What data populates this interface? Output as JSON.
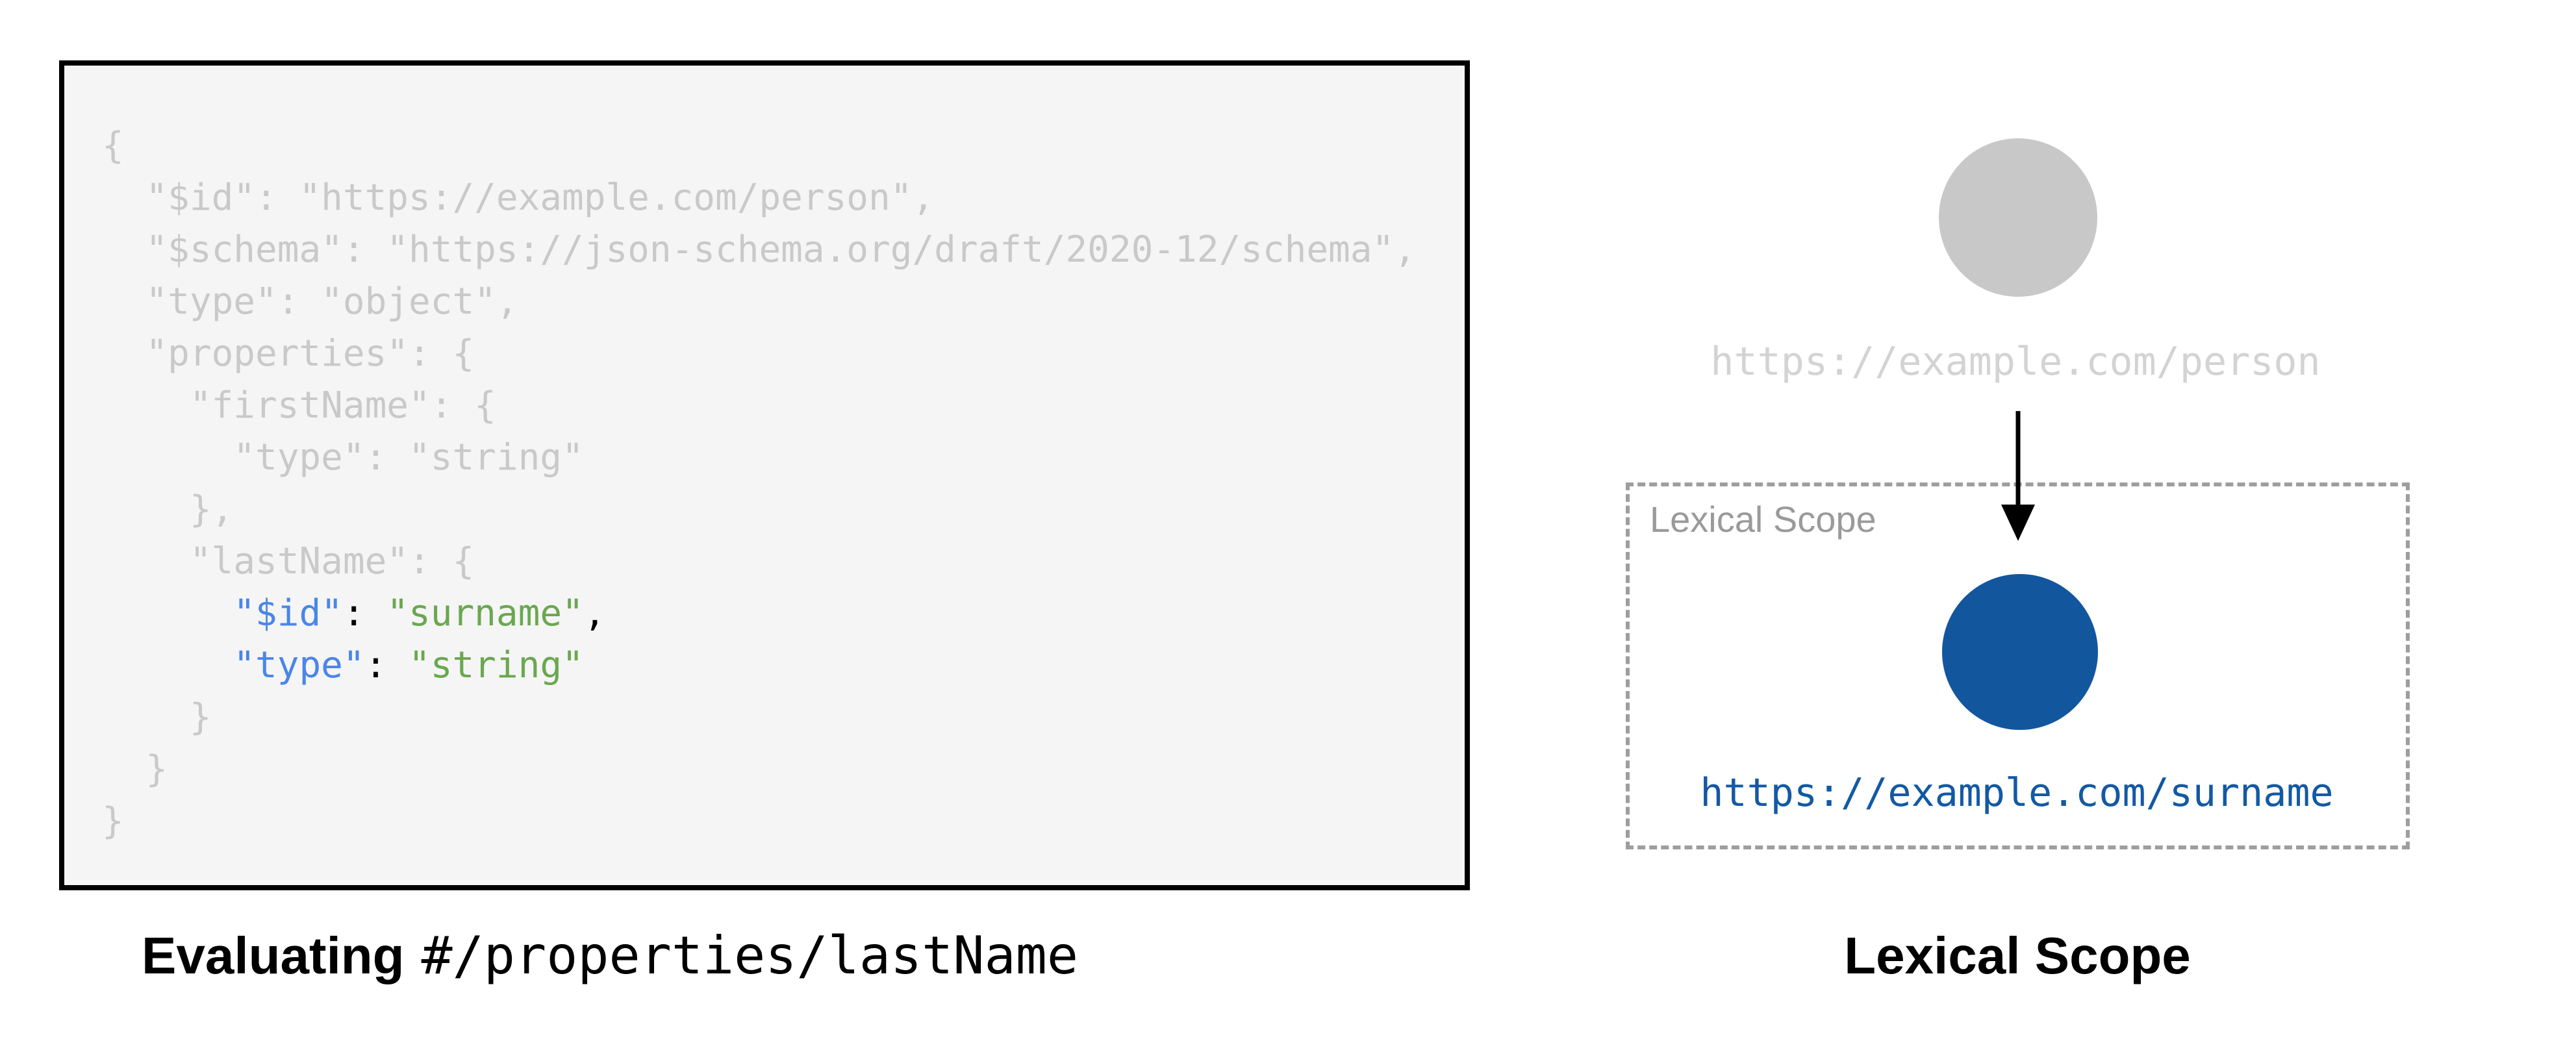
{
  "code_panel": {
    "caption_bold": "Evaluating",
    "caption_mono": "#/properties/lastName",
    "code_lines": [
      {
        "segments": [
          {
            "text": "{",
            "color": "muted_code"
          }
        ]
      },
      {
        "segments": [
          {
            "text": "  \"$id\": \"https://example.com/person\",",
            "color": "muted_code"
          }
        ]
      },
      {
        "segments": [
          {
            "text": "  \"$schema\": \"https://json-schema.org/draft/2020-12/schema\",",
            "color": "muted_code"
          }
        ]
      },
      {
        "segments": [
          {
            "text": "  \"type\": \"object\",",
            "color": "muted_code"
          }
        ]
      },
      {
        "segments": [
          {
            "text": "  \"properties\": {",
            "color": "muted_code"
          }
        ]
      },
      {
        "segments": [
          {
            "text": "    \"firstName\": {",
            "color": "muted_code"
          }
        ]
      },
      {
        "segments": [
          {
            "text": "      \"type\": \"string\"",
            "color": "muted_code"
          }
        ]
      },
      {
        "segments": [
          {
            "text": "    },",
            "color": "muted_code"
          }
        ]
      },
      {
        "segments": [
          {
            "text": "    \"lastName\": {",
            "color": "muted_code"
          }
        ]
      },
      {
        "segments": [
          {
            "text": "      ",
            "color": "muted_code"
          },
          {
            "text": "\"$id\"",
            "color": "key_blue"
          },
          {
            "text": ": ",
            "color": "punct_dark"
          },
          {
            "text": "\"surname\"",
            "color": "string_green"
          },
          {
            "text": ",",
            "color": "punct_dark"
          }
        ]
      },
      {
        "segments": [
          {
            "text": "      ",
            "color": "muted_code"
          },
          {
            "text": "\"type\"",
            "color": "key_blue"
          },
          {
            "text": ": ",
            "color": "punct_dark"
          },
          {
            "text": "\"string\"",
            "color": "string_green"
          }
        ]
      },
      {
        "segments": [
          {
            "text": "    }",
            "color": "muted_code"
          }
        ]
      },
      {
        "segments": [
          {
            "text": "  }",
            "color": "muted_code"
          }
        ]
      },
      {
        "segments": [
          {
            "text": "}",
            "color": "muted_code"
          }
        ]
      }
    ]
  },
  "scope_panel": {
    "parent_node_label": "https://example.com/person",
    "scope_box_label": "Lexical Scope",
    "child_node_label": "https://example.com/surname",
    "caption": "Lexical Scope"
  },
  "colors": {
    "muted_code": "#c9c9c9",
    "key_blue": "#4a86e8",
    "string_green": "#6aa84f",
    "punct_dark": "#000000",
    "code_box_background": "#f5f5f5",
    "code_box_border": "#000000",
    "parent_node_gray": "#c8c8c8",
    "parent_label_gray": "#d3d3d3",
    "scope_border_gray": "#9e9e9e",
    "scope_label_gray": "#9a9a9a",
    "node_blue": "#12569e",
    "link_blue": "#1359a3",
    "arrow_black": "#000000"
  }
}
